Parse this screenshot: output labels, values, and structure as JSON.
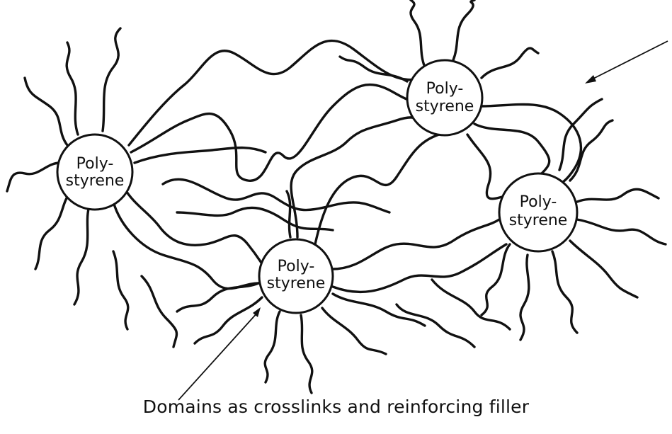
{
  "domains": [
    {
      "line1": "Poly-",
      "line2": "styrene"
    },
    {
      "line1": "Poly-",
      "line2": "styrene"
    },
    {
      "line1": "Poly-",
      "line2": "styrene"
    },
    {
      "line1": "Poly-",
      "line2": "styrene"
    }
  ],
  "caption": "Domains as crosslinks and reinforcing filler",
  "colors": {
    "ink": "#111111",
    "background": "#ffffff"
  }
}
